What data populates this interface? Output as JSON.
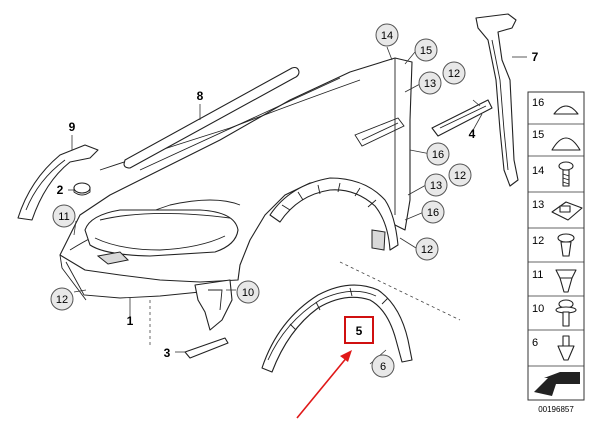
{
  "callouts": {
    "c1": "1",
    "c2": "2",
    "c3": "3",
    "c4": "4",
    "c5": "5",
    "c6": "6",
    "c7": "7",
    "c8": "8",
    "c9": "9",
    "c10": "10",
    "c11": "11",
    "c12a": "12",
    "c12b": "12",
    "c12c": "12",
    "c12d": "12",
    "c13a": "13",
    "c13b": "13",
    "c14": "14",
    "c15": "15",
    "c16a": "16",
    "c16b": "16"
  },
  "side_panel": {
    "items": [
      "16",
      "15",
      "14",
      "13",
      "12",
      "11",
      "10",
      "6"
    ]
  },
  "catalog_number": "00196857",
  "colors": {
    "highlight_box": "#d01010",
    "highlight_arrow": "#e01818",
    "callout_fill": "#e8e8e8"
  }
}
